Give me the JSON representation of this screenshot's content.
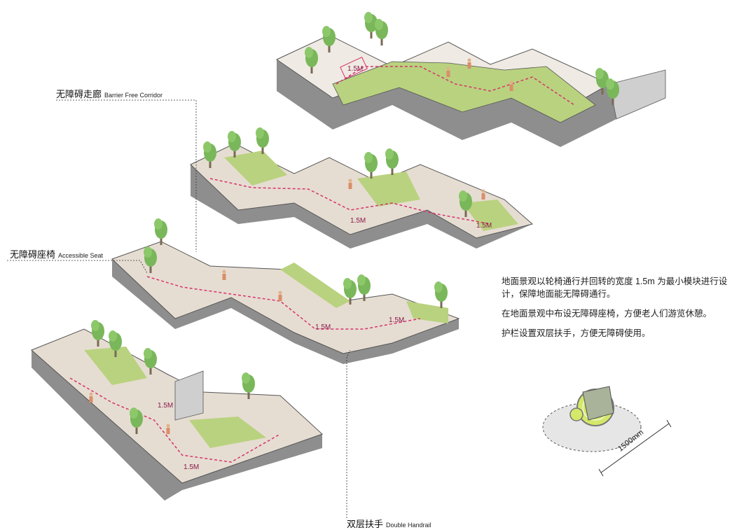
{
  "callouts": {
    "corridor": {
      "cn": "无障碍走廊",
      "en": "Barrier Free Corridor"
    },
    "seat": {
      "cn": "无障碍座椅",
      "en": "Accessible Seat"
    },
    "handrail": {
      "cn": "双层扶手",
      "en": "Double Handrail"
    }
  },
  "notes": [
    "地面景观以轮椅通行并回转的宽度 1.5m 为最小模块进行设计，保障地面能无障碍通行。",
    "在地面景观中布设无障碍座椅，方便老人们游览休憩。",
    "护栏设置双层扶手，方便无障碍使用。"
  ],
  "module_tag": "1.5M",
  "wheelchair_dimension": "1500mm",
  "icons": [
    "wheelchair-icon",
    "tree-icon",
    "person-icon"
  ],
  "colors": {
    "lawn": "#b9d27f",
    "path": "#d8cfc4",
    "tree": "#79b75a",
    "route": "#d6336c",
    "wall": "#9a9a9a"
  }
}
